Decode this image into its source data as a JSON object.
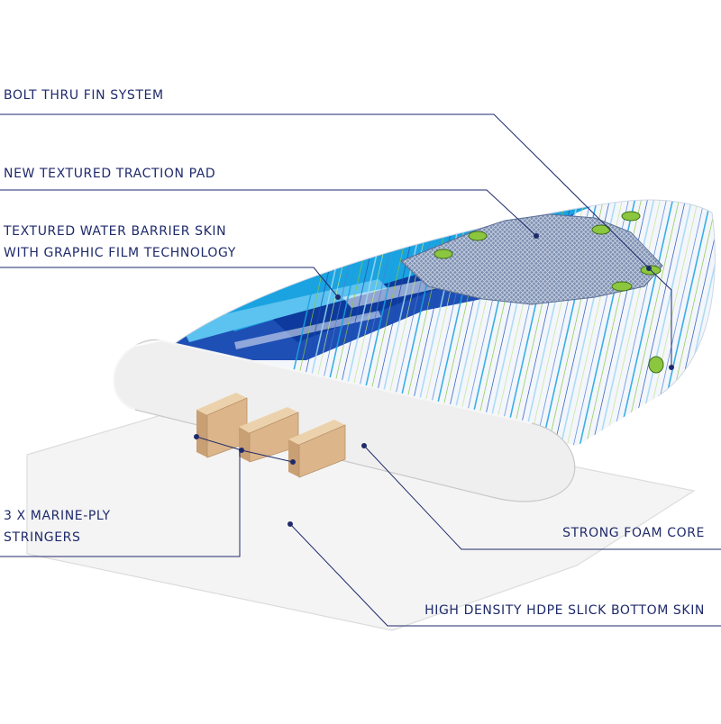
{
  "labels": {
    "bolt_thru_fin_system": "BOLT THRU FIN SYSTEM",
    "traction_pad": "NEW TEXTURED TRACTION PAD",
    "water_barrier_line1": "TEXTURED WATER BARRIER SKIN",
    "water_barrier_line2": "WITH GRAPHIC FILM TECHNOLOGY",
    "stringers_line1": "3 X MARINE-PLY",
    "stringers_line2": "STRINGERS",
    "foam_core": "STRONG FOAM CORE",
    "bottom_skin": "HIGH DENSITY HDPE SLICK BOTTOM SKIN"
  },
  "colors": {
    "label_text": "#1f2a6b",
    "leader_line": "#1f2a6b",
    "deck_blue": "#1e4fb5",
    "deck_cyan": "#1aa3e0",
    "stripe_green": "#8cc63f",
    "foam_core": "#eeeeee",
    "stringer_wood": "#d9b48a",
    "bottom_skin": "#f3f3f3",
    "fin_plug": "#8cc63f"
  },
  "icons": {
    "fin_plug": "fin-plug-icon",
    "leader_dot": "leader-dot-icon"
  }
}
